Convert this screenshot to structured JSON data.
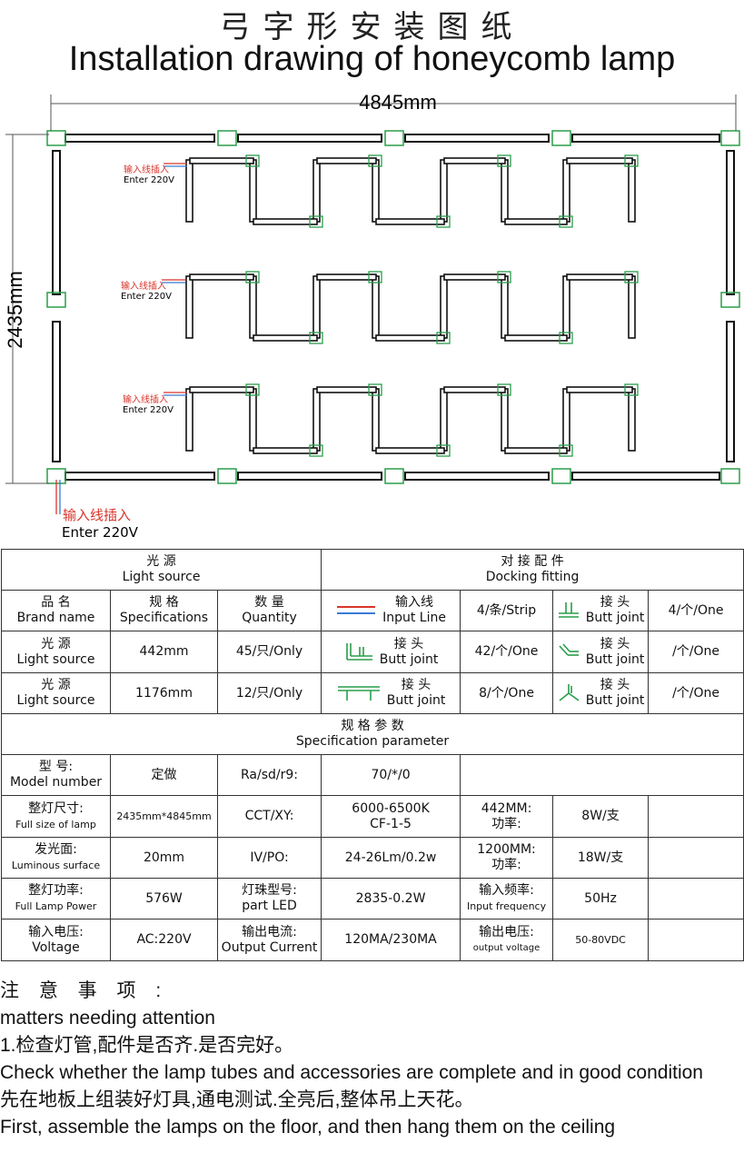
{
  "header": {
    "title_cn": "弓字形安装图纸",
    "title_en": "Installation drawing of honeycomb lamp"
  },
  "drawing": {
    "width_label": "4845mm",
    "height_label": "2435mm",
    "input_cn": "输入线插入",
    "input_en": "Enter 220V",
    "accent_frame": "#2a9d4a",
    "wire_red": "#d9352b",
    "wire_blue": "#3a7bd5"
  },
  "table": {
    "light_source_cn": "光 源",
    "light_source_en": "Light source",
    "docking_cn": "对 接 配 件",
    "docking_en": "Docking fitting",
    "col_brand_cn": "品 名",
    "col_brand_en": "Brand name",
    "col_spec_cn": "规 格",
    "col_spec_en": "Specifications",
    "col_qty_cn": "数 量",
    "col_qty_en": "Quantity",
    "input_line_cn": "输入线",
    "input_line_en": "Input Line",
    "input_line_qty": "4/条/Strip",
    "butt_cn": "接 头",
    "butt_en": "Butt joint",
    "butt_t_qty": "4/个/One",
    "row1_cn": "光 源",
    "row1_en": "Light source",
    "row1_spec": "442mm",
    "row1_qty": "45/只/Only",
    "row1_fit_qty": "42/个/One",
    "row1_fit2_qty": "/个/One",
    "row2_cn": "光 源",
    "row2_en": "Light source",
    "row2_spec": "1176mm",
    "row2_qty": "12/只/Only",
    "row2_fit_qty": "8/个/One",
    "row2_fit2_qty": "/个/One",
    "param_cn": "规 格 参 数",
    "param_en": "Specification parameter",
    "model_cn": "型 号:",
    "model_en": "Model number",
    "model_val": "定做",
    "ra_label": "Ra/sd/r9:",
    "ra_val": "70/*/0",
    "size_cn": "整灯尺寸:",
    "size_en": "Full size of lamp",
    "size_val": "2435mm*4845mm",
    "cct_label": "CCT/XY:",
    "cct_val1": "6000-6500K",
    "cct_val2": "CF-1-5",
    "p442_label": "442MM:",
    "p442_sub": "功率:",
    "p442_val": "8W/支",
    "lum_cn": "发光面:",
    "lum_en": "Luminous surface",
    "lum_val": "20mm",
    "ivpo_label": "IV/PO:",
    "ivpo_val": "24-26Lm/0.2w",
    "p1200_label": "1200MM:",
    "p1200_sub": "功率:",
    "p1200_val": "18W/支",
    "power_cn": "整灯功率:",
    "power_en": "Full Lamp Power",
    "power_val": "576W",
    "led_cn": "灯珠型号:",
    "led_en": "part LED",
    "led_val": "2835-0.2W",
    "freq_cn": "输入频率:",
    "freq_en": "Input frequency",
    "freq_val": "50Hz",
    "volt_cn": "输入电压:",
    "volt_en": "Voltage",
    "volt_val": "AC:220V",
    "cur_cn": "输出电流:",
    "cur_en": "Output Current",
    "cur_val": "120MA/230MA",
    "ovolt_cn": "输出电压:",
    "ovolt_en": "output voltage",
    "ovolt_val": "50-80VDC"
  },
  "notes": {
    "head_cn": "注 意 事 项 :",
    "head_en": "matters needing attention",
    "item1_cn": "1.检查灯管,配件是否齐.是否完好。",
    "item1_en": "Check whether the lamp tubes and accessories are complete and in good condition",
    "item2_cn": "先在地板上组装好灯具,通电测试.全亮后,整体吊上天花。",
    "item2_en": "First, assemble the lamps on the floor, and then hang them on the ceiling"
  }
}
